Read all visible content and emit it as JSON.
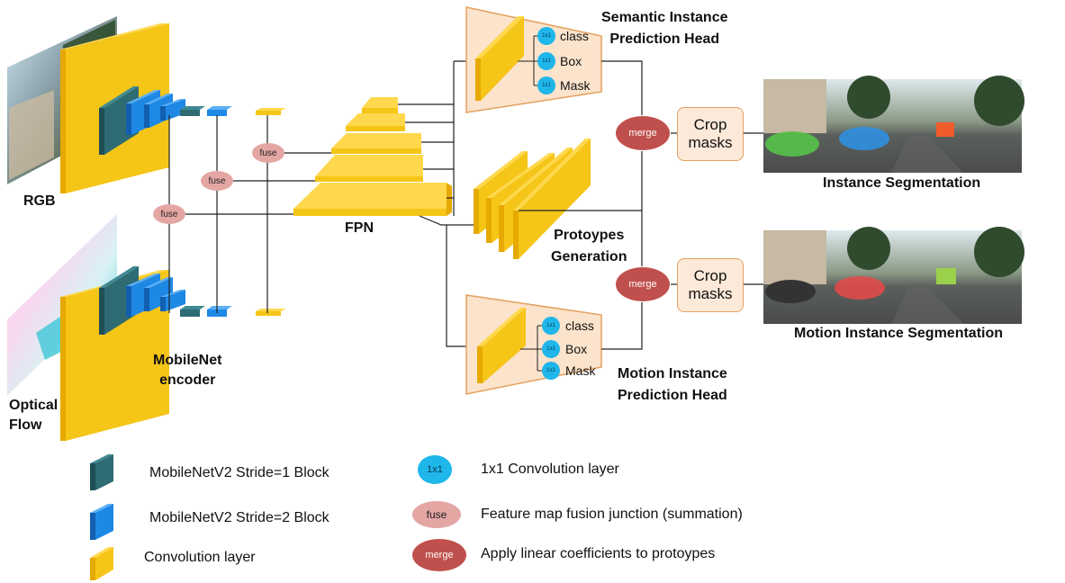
{
  "input_labels": {
    "rgb": "RGB",
    "optical_flow": "Optical\nFlow"
  },
  "encoder_label": "MobileNet\nencoder",
  "fpn_label": "FPN",
  "fuse_label": "fuse",
  "merge_label": "merge",
  "conv_1x1_label": "1x1",
  "semantic_head": {
    "title": "Semantic Instance\nPrediction Head",
    "outputs": [
      "class",
      "Box",
      "Mask"
    ]
  },
  "motion_head": {
    "title": "Motion Instance\nPrediction Head",
    "outputs": [
      "class",
      "Box",
      "Mask"
    ]
  },
  "prototypes_label": "Protoypes\nGeneration",
  "crop_label": "Crop\nmasks",
  "outputs": {
    "instance": "Instance Segmentation",
    "motion": "Motion Instance Segmentation"
  },
  "legend": {
    "stride1": "MobileNetV2 Stride=1 Block",
    "stride2": "MobileNetV2 Stride=2 Block",
    "conv": "Convolution layer",
    "conv1x1_symbol": "1x1",
    "conv1x1": "1x1 Convolution layer",
    "fuse_symbol": "fuse",
    "fuse": "Feature map fusion junction (summation)",
    "merge_symbol": "merge",
    "merge": "Apply linear coefficients to protoypes"
  },
  "colors": {
    "conv": "#f5c518",
    "stride1": "#2e6b73",
    "stride2": "#1e88e5",
    "fuse": "#e3a6a3",
    "merge": "#c0504d",
    "conv1x1": "#1fb6ea",
    "head_bg": "#fbe3cc",
    "crop_bg": "#fde9d9"
  }
}
